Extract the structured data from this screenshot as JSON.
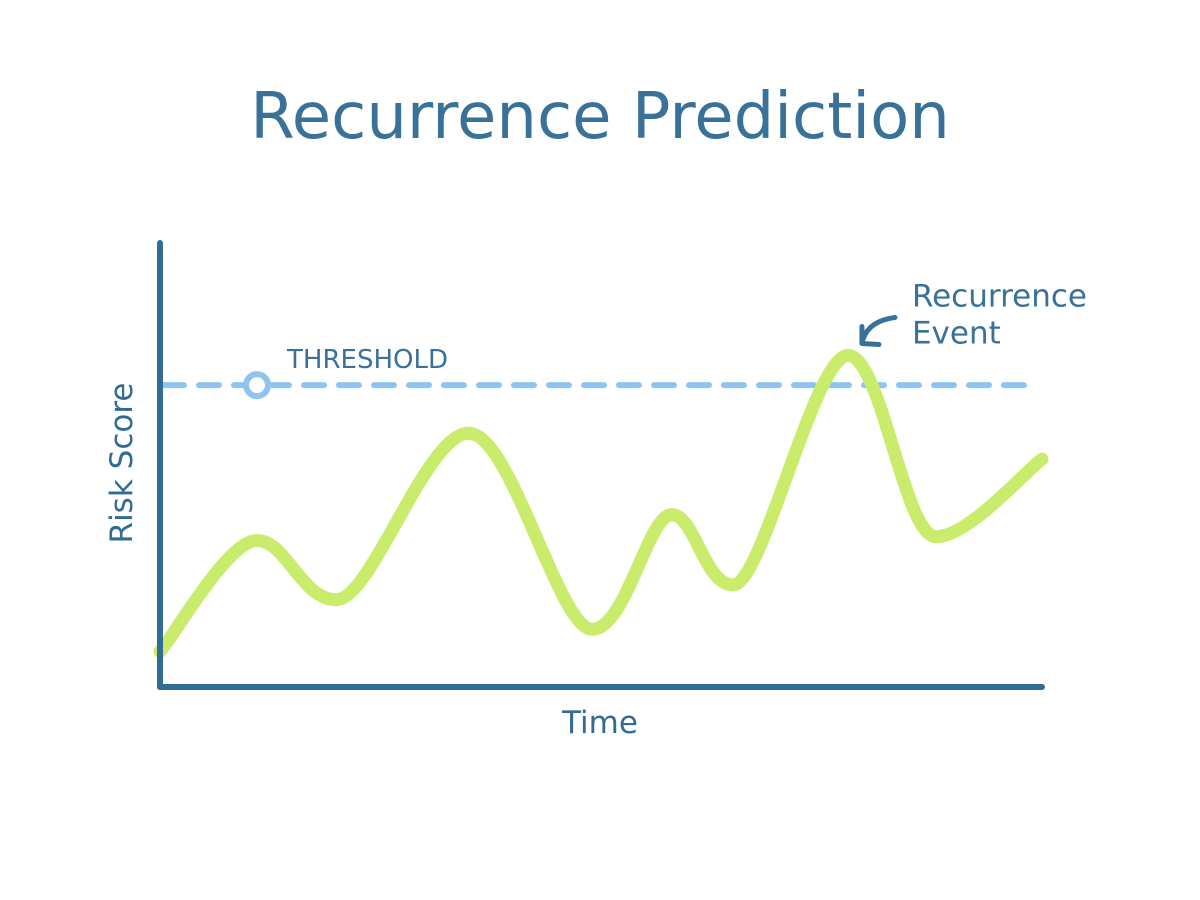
{
  "colors": {
    "title": "#3A7199",
    "axis": "#336C92",
    "curve": "#C9EC6C",
    "threshold": "#90C4F0",
    "annotation": "#3A7199"
  },
  "chart_data": {
    "type": "line",
    "title": "Recurrence Prediction",
    "xlabel": "Time",
    "ylabel": "Risk Score",
    "grid": false,
    "xlim": [
      0,
      100
    ],
    "ylim": [
      0,
      100
    ],
    "threshold": {
      "label": "THRESHOLD",
      "value": 77,
      "marker_x": 11
    },
    "annotation": {
      "lines": [
        "Recurrence",
        "Event"
      ],
      "x": 78,
      "y": 85
    },
    "series": [
      {
        "values": [
          {
            "x": 0,
            "y": 5
          },
          {
            "x": 11,
            "y": 35
          },
          {
            "x": 20,
            "y": 19
          },
          {
            "x": 35,
            "y": 64
          },
          {
            "x": 49,
            "y": 11
          },
          {
            "x": 58,
            "y": 42
          },
          {
            "x": 65,
            "y": 23
          },
          {
            "x": 78,
            "y": 85
          },
          {
            "x": 88,
            "y": 36
          },
          {
            "x": 100,
            "y": 57
          }
        ]
      }
    ]
  }
}
